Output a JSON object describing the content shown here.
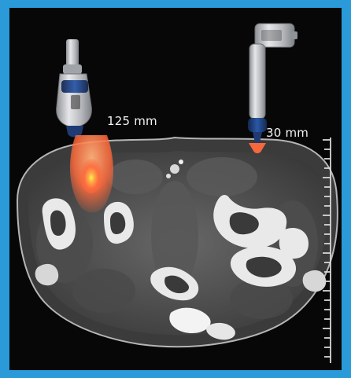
{
  "image": {
    "kind": "ct-cross-section-illustration",
    "labels": {
      "left_probe_depth": "125 mm",
      "right_probe_depth": "30 mm"
    },
    "colors": {
      "frame": "#2a9ad8",
      "background": "#070707",
      "probe_body": "#b7b9bd",
      "probe_band": "#1f3b73",
      "focal_zone": "#ff6a3c",
      "focal_center": "#f6ff3a",
      "bone": "#e9e9e9",
      "soft_tissue": "#5a5a5a"
    },
    "icons": {
      "left_probe": "focused-ultrasound-probe-icon",
      "right_probe": "radial-shockwave-probe-icon",
      "scale": "depth-scale-icon"
    }
  }
}
